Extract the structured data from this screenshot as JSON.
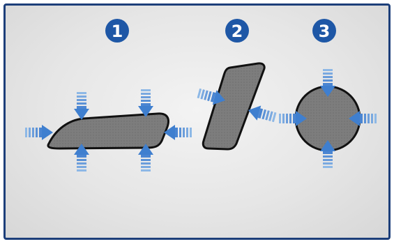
{
  "badges": [
    {
      "label": "1"
    },
    {
      "label": "2"
    },
    {
      "label": "3"
    }
  ],
  "colors": {
    "frame": "#1d3f7a",
    "badge": "#1e57a6",
    "arrow": "#3f7fcf",
    "arrow_stripe": "#8db8e6",
    "part_fill": "#7c7c7c",
    "part_edge": "#111111"
  },
  "parts": [
    {
      "name": "oblong-elongated-part"
    },
    {
      "name": "slanted-plate-part"
    },
    {
      "name": "round-part"
    }
  ]
}
